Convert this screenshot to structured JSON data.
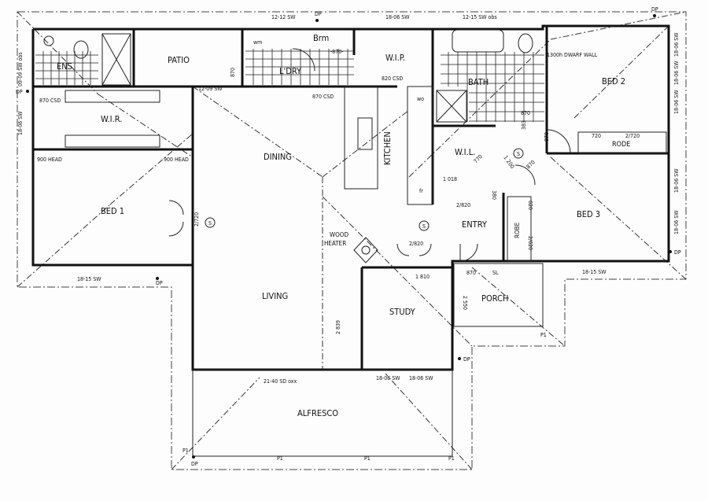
{
  "rooms": {
    "ens": "ENS",
    "patio": "PATIO",
    "laundry": "L'DRY",
    "broom": "Brm",
    "wip": "W.I.P.",
    "bath": "BATH",
    "bed2": "BED 2",
    "wir": "W.I.R.",
    "kitchen": "KITCHEN",
    "dining": "DINING",
    "wil": "W.I.L.",
    "robe_bed2": "RODE",
    "bed1": "BED 1",
    "bed3": "BED 3",
    "entry": "ENTRY",
    "wood": "WOOD",
    "heater": "HEATER",
    "robe_bed3": "ROBE",
    "living": "LIVING",
    "study": "STUDY",
    "porch": "PORCH",
    "alfresco": "ALFRESCO"
  },
  "fixtures": {
    "wm": "wm",
    "wo": "wo",
    "fr": "fr"
  },
  "annotations": {
    "top_window_1": "12-12 SW",
    "top_window_2": "18-06 SW",
    "top_window_3": "12-15 SW obs",
    "left_window_1": "09-09 SW obs",
    "left_window_2": "18-06 SW",
    "ens_door": "870 CSD",
    "patio_window": "12-09 SW",
    "patio_door": "870",
    "laundry_door": "870 CSD",
    "wip_door": "820 CSD",
    "broom_door": "-870-",
    "dwarf_wall": "1300h DWARF WALL",
    "right_window_1": "18-06 SW",
    "right_window_2": "18-06 SW",
    "right_window_3": "18-06 SW",
    "bath_door": "870",
    "bath_dim": "383",
    "bed2_door": "870",
    "robe_door_1": "720",
    "robe_door_2": "2/720",
    "wil_door": "770",
    "hall_width": "1 200",
    "bed3_door": "870",
    "head_1": "900 HEAD",
    "head_2": "900 HEAD",
    "bed1_door": "2/720",
    "pantry_dim": "1 018",
    "dim_380": "380",
    "linen_door": "2/820",
    "study_door": "2/820",
    "robe3_door_1": "620",
    "robe3_door_2": "2/620",
    "study_dim": "1 810",
    "entry_door": "870",
    "entry_sl": "SL",
    "living_dim": "2 839",
    "porch_dim": "2 550",
    "bed1_window": "18-15 SW",
    "bed3_window": "18-15 SW",
    "bed3_right_1": "18-06 SW",
    "bed3_right_2": "18-06 SW",
    "alfresco_door": "21-40 SD oxx",
    "alfresco_window_1": "18-06 SW",
    "alfresco_window_2": "18-06 SW"
  },
  "markers": {
    "downpipe": "DP",
    "post": "P1",
    "smoke": "S"
  }
}
